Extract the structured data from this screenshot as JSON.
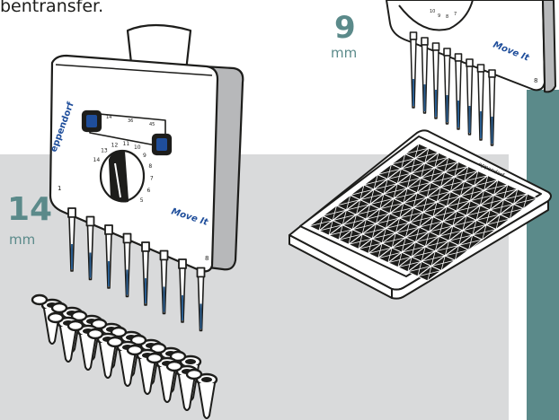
{
  "caption": "bentransfer.",
  "left_pitch": {
    "value": "14",
    "unit": "mm"
  },
  "right_pitch": {
    "value": "9",
    "unit": "mm"
  },
  "pipette_left": {
    "brand": "eppendorf",
    "model": "Move It",
    "channel_first": "1",
    "channel_last": "8",
    "window_ticks": [
      "14",
      "36",
      "45"
    ],
    "dial_numbers": [
      "14",
      "13",
      "12",
      "11",
      "10",
      "9",
      "8",
      "7",
      "6",
      "5"
    ]
  },
  "pipette_right": {
    "model": "Move It",
    "channel_last": "8",
    "dial_numbers": [
      "10",
      "9",
      "8",
      "7"
    ]
  },
  "plate": {
    "label": "eppendorf",
    "rows": 8,
    "cols": 12
  },
  "colors": {
    "teal": "#5b8a8a",
    "grey_panel": "#d9dadb",
    "pipette_body": "#ffffff",
    "pipette_side": "#b7b8ba",
    "outline": "#1d1d1b",
    "accent_blue": "#1f4e9b"
  }
}
